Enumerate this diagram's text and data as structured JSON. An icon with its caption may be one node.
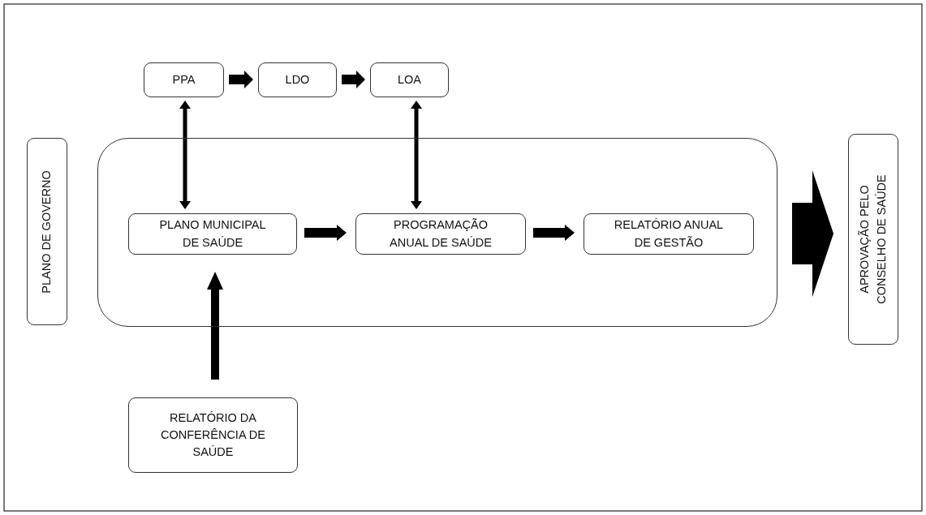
{
  "diagram": {
    "nodes": [
      {
        "text": [
          "PPA"
        ]
      },
      {
        "text": [
          "LDO"
        ]
      },
      {
        "text": [
          "LOA"
        ]
      },
      {
        "text": [
          "PLANO DE GOVERNO"
        ]
      },
      {
        "text": [],
        "shape": "box"
      },
      {
        "text": [
          "PLANO MUNICIPAL DE SAÚDE"
        ],
        "in": 4
      },
      {
        "text": [
          "PROGRAMAÇÃO ANUAL DE SAÚDE"
        ],
        "in": 4
      },
      {
        "text": [
          "RELATÓRIO ANUAL DE GESTÃO"
        ],
        "in": 4
      },
      {
        "text": [
          "APROVAÇÃO PELO CONSELHO DE SAÚDE"
        ]
      },
      {
        "text": [
          "RELATÓRIO DA CONFERÊNCIA DE SAÚDE"
        ]
      }
    ],
    "edges": [
      {
        "from": 0,
        "to": 1,
        "arrow": "to"
      },
      {
        "from": 1,
        "to": 2,
        "arrow": "to"
      },
      {
        "from": 0,
        "to": 5,
        "arrow": "both"
      },
      {
        "from": 2,
        "to": 6,
        "arrow": "both"
      },
      {
        "from": 5,
        "to": 6,
        "arrow": "to"
      },
      {
        "from": 6,
        "to": 7,
        "arrow": "to"
      },
      {
        "from": 9,
        "to": 5,
        "arrow": "to",
        "style": "thick"
      },
      {
        "from": 4,
        "to": 8,
        "arrow": "to",
        "style": "thick"
      }
    ]
  }
}
